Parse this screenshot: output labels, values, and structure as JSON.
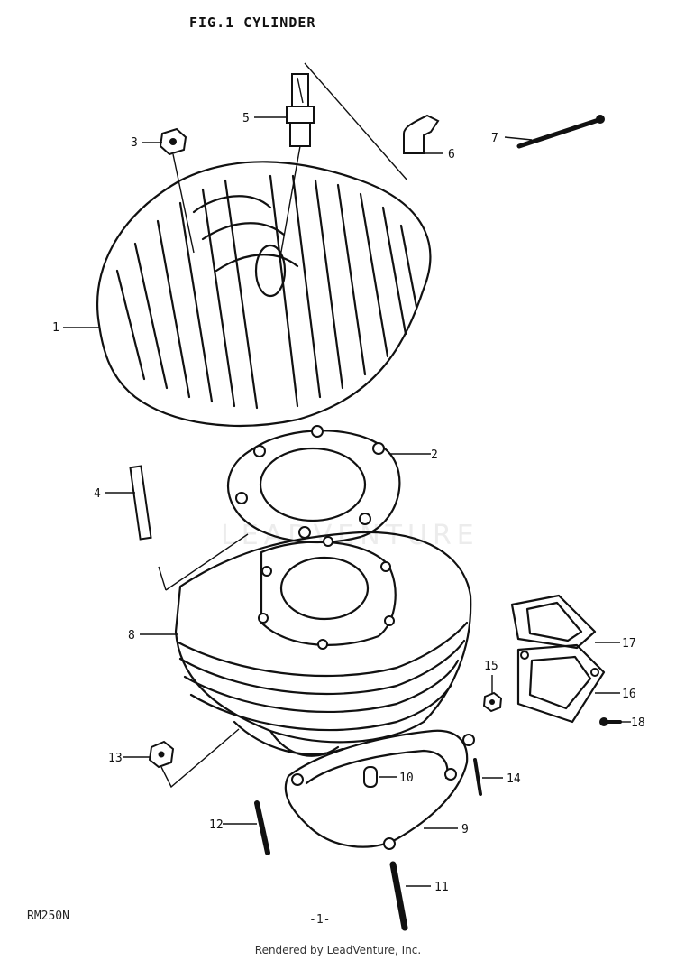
{
  "header": {
    "title": "FIG.1  CYLINDER"
  },
  "footer": {
    "model": "RM250N",
    "page": "-1-",
    "rendered_by": "Rendered by LeadVenture, Inc."
  },
  "watermark": {
    "text": "LEADVENTURE"
  },
  "callouts": [
    "1",
    "2",
    "3",
    "4",
    "5",
    "6",
    "7",
    "8",
    "9",
    "10",
    "11",
    "12",
    "13",
    "14",
    "15",
    "16",
    "17",
    "18"
  ]
}
